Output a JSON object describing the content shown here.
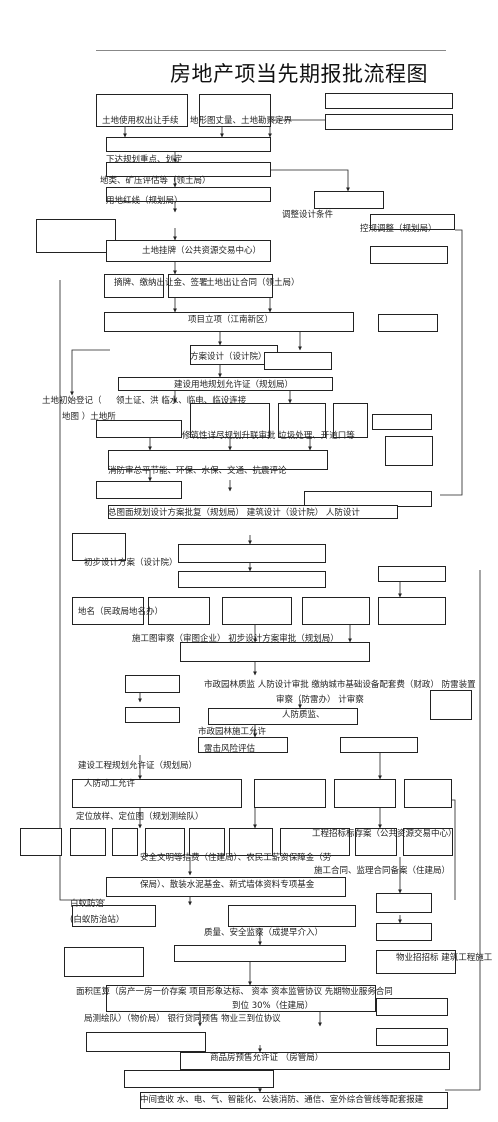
{
  "title": "房地产项当先期报批流程图",
  "labels": [
    "土地使用权出让手续",
    "地形图丈量、土地勘察定界",
    "下达规划重点、划定",
    "地类、矿压评估等（领土局）",
    "用地红线（规划局）",
    "调整设计条件",
    "控规调整（规划局）",
    "土地挂牌（公共资源交易中心）",
    "摘牌、缴纳出让金、签署",
    "土地出让合同（领土局）",
    "项目立项（江南新区）",
    "方案设计（设计院）",
    "建设用地规划允许证（规划局）",
    "土地初始登记（",
    "领土证、洪 临水、临电、临设连接",
    "地图 ）土地所",
    "修筑性详尽规划升联审批 垃圾处理、开道口等",
    "消防审总平节能、环保、水保、交通、抗震评论",
    "总图面规划设计方案批复（规划局） 建筑设计（设计院） 人防设计",
    "初步设计方案（设计院）",
    "地名（民政局地名办）",
    "施工图审察（审图企业） 初步设计方案审批（规划局）",
    "市政园林质监 人防设计审批 缴纳城市基础设备配套费（财政） 防雷装置",
    "审察（防雷办） 计审察",
    "人防质监、",
    "市政园林施工允许",
    "雷击风险评估",
    "建设工程规划允许证（规划局）",
    "人防动工允许",
    "定位放样、定位图（规划测绘队）",
    "工程招标标存案（公共资源交易中心）",
    "安全文明等措费（住建局）、农民工薪资保障金（劳",
    "施工合同、监理合同备案（住建局）",
    "保局）、散装水泥基金、新式墙体资料专项基金",
    "白蚁防治",
    "(白蚁防治站）",
    "质量、安全监察（成提早介入）",
    "物业招招标 建筑工程施工",
    "面积匡算（房产一房一价存案 项目形象达标、 资本 资本监管协议 先期物业服务合同",
    "到位 30%（住建局）",
    "局测绘队）（物价局） 银行贷同预售 物业三到位协议",
    "商品房预售允许证 （房管局）",
    "中间查收 水、电、气、智能化、公装消防、通信、室外综合管线等配套报建"
  ]
}
